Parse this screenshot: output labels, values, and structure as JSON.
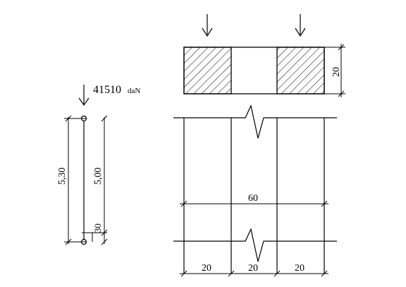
{
  "load": {
    "value": "41510",
    "unit": "daN"
  },
  "column_elevation": {
    "total_height": "5,30",
    "clear_height": "5,00",
    "base_height": "30"
  },
  "section": {
    "thickness": "20"
  },
  "wall_elevation": {
    "total_width": "60",
    "segment_left": "20",
    "segment_middle": "20",
    "segment_right": "20"
  }
}
